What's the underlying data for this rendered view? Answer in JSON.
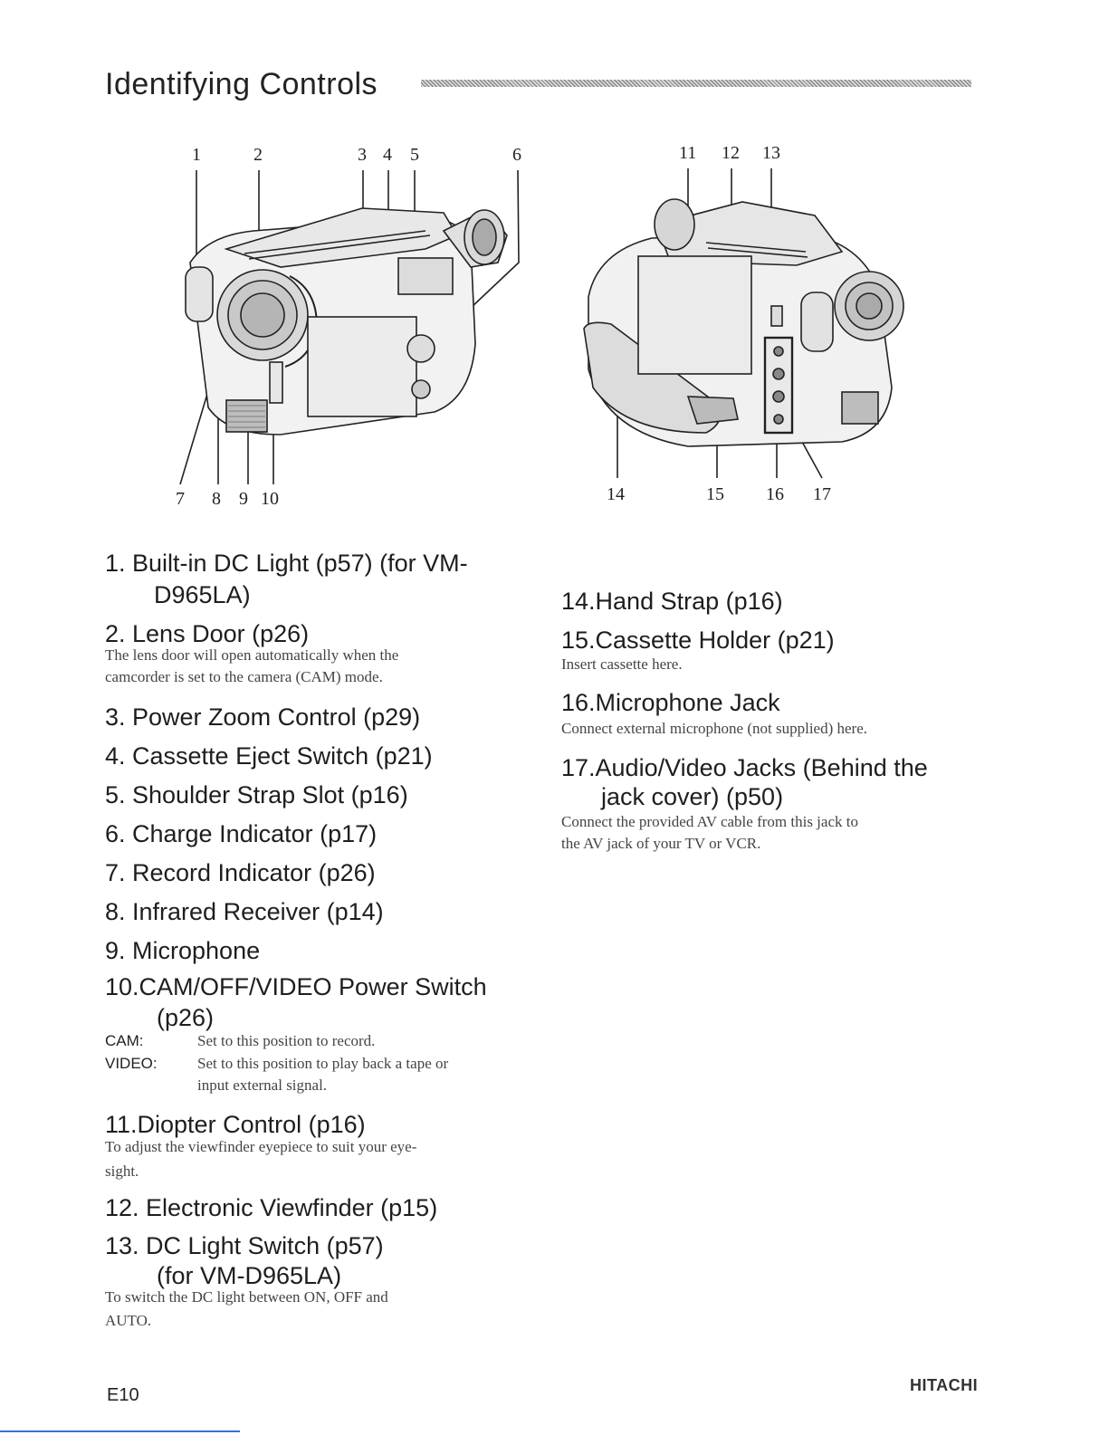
{
  "header": {
    "title": "Identifying Controls"
  },
  "figures": {
    "left_callouts_top": [
      "1",
      "2",
      "3",
      "4",
      "5",
      "6"
    ],
    "left_callouts_bottom": [
      "7",
      "8",
      "9",
      "10"
    ],
    "right_callouts_top": [
      "11",
      "12",
      "13"
    ],
    "right_callouts_bottom": [
      "14",
      "15",
      "16",
      "17"
    ]
  },
  "items": {
    "i1_line1": "1.  Built-in DC Light (p57) (for VM-",
    "i1_line2": "D965LA)",
    "i2": "2.  Lens Door (p26)",
    "i2_desc_1": "The lens door will open automatically when the",
    "i2_desc_2": "camcorder is set to the camera (CAM) mode.",
    "i3": "3.  Power Zoom Control (p29)",
    "i4": "4.  Cassette Eject Switch (p21)",
    "i5": "5.  Shoulder Strap Slot (p16)",
    "i6": "6.  Charge Indicator (p17)",
    "i7": "7.  Record Indicator (p26)",
    "i8": "8.  Infrared Receiver (p14)",
    "i9": "9.  Microphone",
    "i10_line1": "10.CAM/OFF/VIDEO Power Switch",
    "i10_line2": "(p26)",
    "i10_cam_label": "CAM:",
    "i10_cam_desc": "Set to this position to record.",
    "i10_video_label": "VIDEO:",
    "i10_video_desc_1": "Set to this position to play back a tape or",
    "i10_video_desc_2": "input external signal.",
    "i11": "11.Diopter Control (p16)",
    "i11_desc_1": "To adjust the viewfinder eyepiece to suit your eye-",
    "i11_desc_2": "sight.",
    "i12": "12. Electronic Viewfinder (p15)",
    "i13_line1": "13. DC Light Switch (p57)",
    "i13_line2": "(for VM-D965LA)",
    "i13_desc_1": "To switch the DC light between ON, OFF and",
    "i13_desc_2": "AUTO.",
    "i14": "14.Hand Strap (p16)",
    "i15": "15.Cassette Holder (p21)",
    "i15_desc": "Insert cassette here.",
    "i16": "16.Microphone Jack",
    "i16_desc": "Connect external microphone (not supplied) here.",
    "i17_line1": "17.Audio/Video Jacks (Behind the",
    "i17_line2": "jack cover) (p50)",
    "i17_desc_1": "Connect the provided AV cable from this jack to",
    "i17_desc_2": "the AV jack of your TV or VCR."
  },
  "footer": {
    "page": "E10",
    "brand": "HITACHI"
  }
}
